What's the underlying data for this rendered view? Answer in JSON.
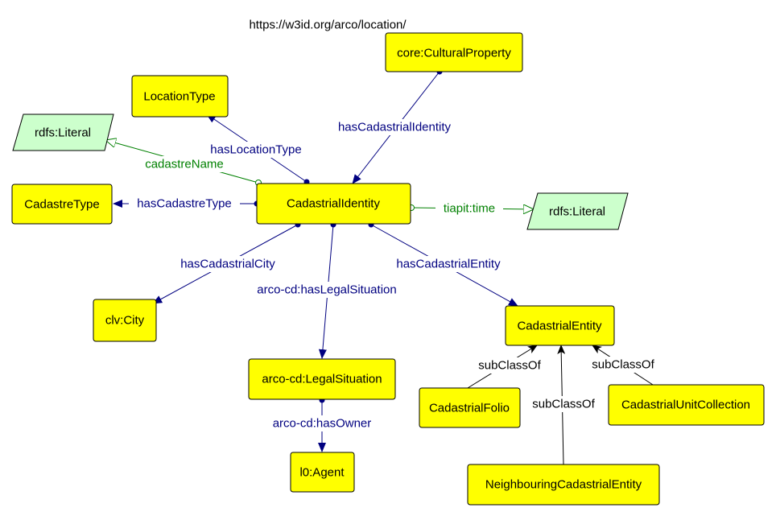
{
  "title": "https://w3id.org/arco/location/",
  "nodes": {
    "cultural_property": "core:CulturalProperty",
    "location_type": "LocationType",
    "literal_left": "rdfs:Literal",
    "cadastre_type": "CadastreType",
    "cadastrial_identity": "CadastrialIdentity",
    "literal_right": "rdfs:Literal",
    "city": "clv:City",
    "legal_situation": "arco-cd:LegalSituation",
    "agent": "l0:Agent",
    "cadastrial_entity": "CadastrialEntity",
    "cadastrial_folio": "CadastrialFolio",
    "unit_collection": "CadastrialUnitCollection",
    "neighbouring": "NeighbouringCadastrialEntity"
  },
  "edges": {
    "has_cadastrial_identity": "hasCadastrialIdentity",
    "has_location_type": "hasLocationType",
    "cadastre_name": "cadastreName",
    "has_cadastre_type": "hasCadastreType",
    "tiapit_time": "tiapit:time",
    "has_cadastrial_city": "hasCadastrialCity",
    "has_legal_situation": "arco-cd:hasLegalSituation",
    "has_cadastrial_entity": "hasCadastrialEntity",
    "has_owner": "arco-cd:hasOwner",
    "subclass_folio": "subClassOf",
    "subclass_unit": "subClassOf",
    "subclass_neighbouring": "subClassOf"
  },
  "colors": {
    "class_fill": "#ffff00",
    "literal_fill": "#ccffcc",
    "object_property": "#000080",
    "datatype_property": "#008000",
    "subclass": "#000000"
  }
}
